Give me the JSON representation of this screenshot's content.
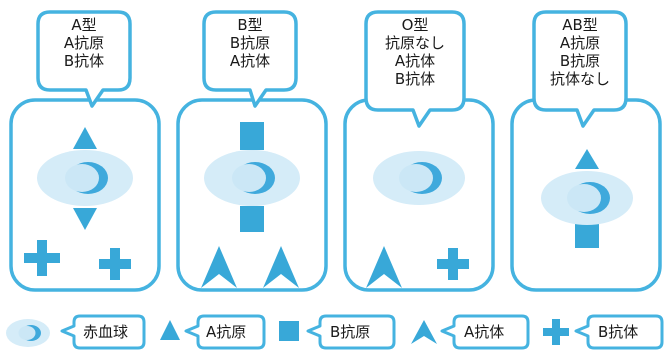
{
  "colors": {
    "outline": "#45b3e0",
    "shape": "#38a8d8",
    "cell_outer": "#d5ecf8",
    "cell_ring": "#3fa9dc",
    "cell_inner": "#cbe7f6"
  },
  "types": [
    {
      "title": "A型",
      "lines": [
        "A抗原",
        "B抗体"
      ]
    },
    {
      "title": "B型",
      "lines": [
        "B抗原",
        "A抗体"
      ]
    },
    {
      "title": "O型",
      "lines": [
        "抗原なし",
        "A抗体",
        "B抗体"
      ]
    },
    {
      "title": "AB型",
      "lines": [
        "A抗原",
        "B抗原",
        "抗体なし"
      ]
    }
  ],
  "legend": {
    "red_blood_cell": "赤血球",
    "a_antigen": "A抗原",
    "b_antigen": "B抗原",
    "a_antibody": "A抗体",
    "b_antibody": "B抗体"
  }
}
